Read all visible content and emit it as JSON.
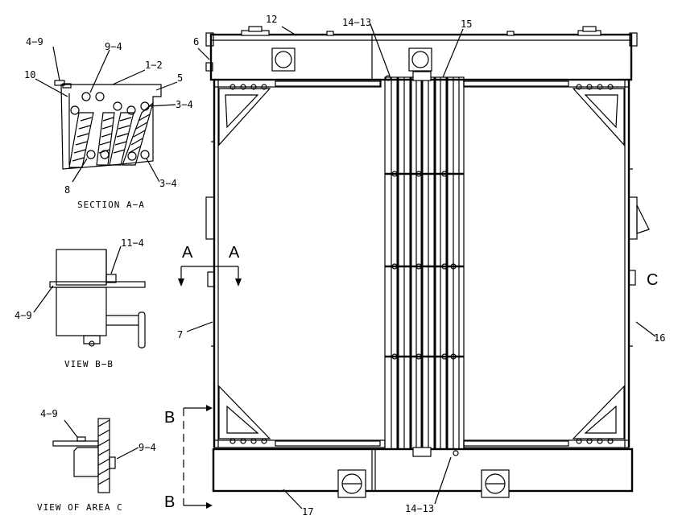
{
  "callouts": {
    "c12": "12",
    "c14_13_top": "14−13",
    "c15": "15",
    "c6": "6",
    "c7": "7",
    "c16": "16",
    "c17": "17",
    "c14_13_bottom": "14−13",
    "section_a_4_9": "4−9",
    "section_a_9_4": "9−4",
    "section_a_1_2": "1−2",
    "section_a_10": "10",
    "section_a_5": "5",
    "section_a_3_4_upper": "3−4",
    "section_a_8": "8",
    "section_a_3_4_lower": "3−4",
    "view_b_11_4": "11−4",
    "view_b_4_9": "4−9",
    "view_c_4_9": "4−9",
    "view_c_9_4": "9−4"
  },
  "section_markers": {
    "a_left": "A",
    "a_right": "A",
    "b_top": "B",
    "b_bottom": "B",
    "c": "C"
  },
  "captions": {
    "section_a": "SECTION A−A",
    "view_b": "VIEW B−B",
    "view_c": "VIEW OF AREA C"
  }
}
